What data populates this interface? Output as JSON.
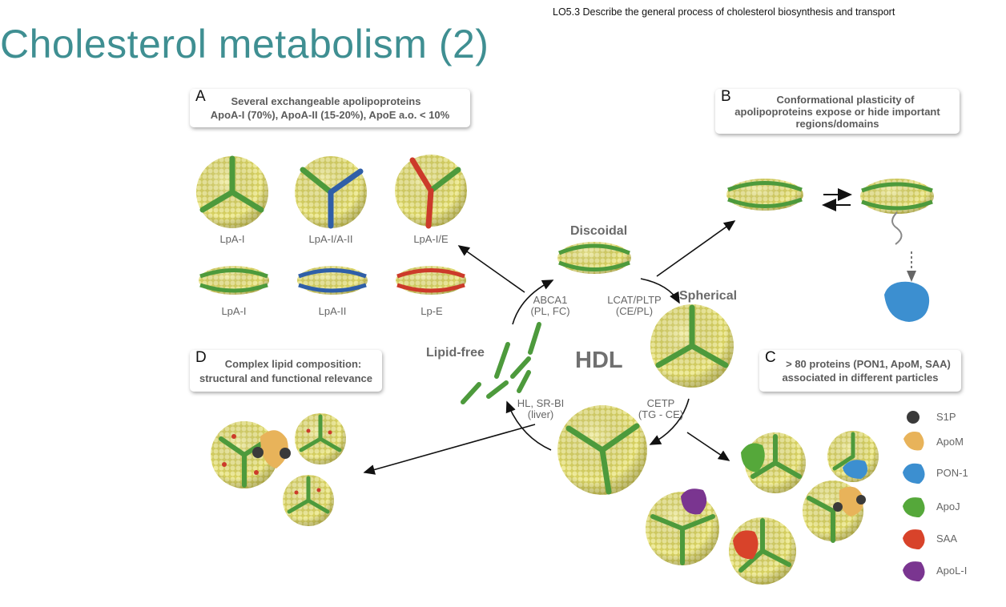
{
  "header": {
    "title": "Cholesterol metabolism (2)",
    "learning_objective": "LO5.3 Describe the general process of cholesterol biosynthesis and transport"
  },
  "panel_a": {
    "letter": "A",
    "line1": "Several exchangeable apolipoproteins",
    "line2": "ApoA-I (70%), ApoA-II (15-20%), ApoE a.o. < 10%",
    "spherical_labels": [
      "LpA-I",
      "LpA-I/A-II",
      "LpA-I/E"
    ],
    "discoidal_labels": [
      "LpA-I",
      "LpA-II",
      "Lp-E"
    ]
  },
  "panel_b": {
    "letter": "B",
    "line1": "Conformational plasticity of",
    "line2": "apolipoproteins expose or hide important",
    "line3": "regions/domains"
  },
  "panel_c": {
    "letter": "C",
    "line1": "> 80 proteins (PON1, ApoM, SAA)",
    "line2": "associated in different particles"
  },
  "panel_d": {
    "letter": "D",
    "line1": "Complex lipid composition:",
    "line2": "structural and functional relevance"
  },
  "cycle": {
    "center": "HDL",
    "discoidal": "Discoidal",
    "spherical": "Spherical",
    "lipid_free": "Lipid-free",
    "abca1_line1": "ABCA1",
    "abca1_line2": "(PL, FC)",
    "lcat_line1": "LCAT/PLTP",
    "lcat_line2": "(CE/PL)",
    "cetp_line1": "CETP",
    "cetp_line2": "(TG - CE)",
    "hl_line1": "HL, SR-BI",
    "hl_line2": "(liver)"
  },
  "legend": {
    "items": [
      {
        "label": "S1P",
        "color": "#3a3a3a"
      },
      {
        "label": "ApoM",
        "color": "#e8b35a"
      },
      {
        "label": "PON-1",
        "color": "#3c8fd0"
      },
      {
        "label": "ApoJ",
        "color": "#55a83a"
      },
      {
        "label": "SAA",
        "color": "#d8432a"
      },
      {
        "label": "ApoL-I",
        "color": "#7a3590"
      }
    ]
  },
  "colors": {
    "title": "#3f8f92",
    "particle_yellow": "#e6e07a",
    "apoA1_green": "#4d9a3c",
    "apoA2_blue": "#2f5fa8",
    "apoE_red": "#cc3a2a"
  }
}
